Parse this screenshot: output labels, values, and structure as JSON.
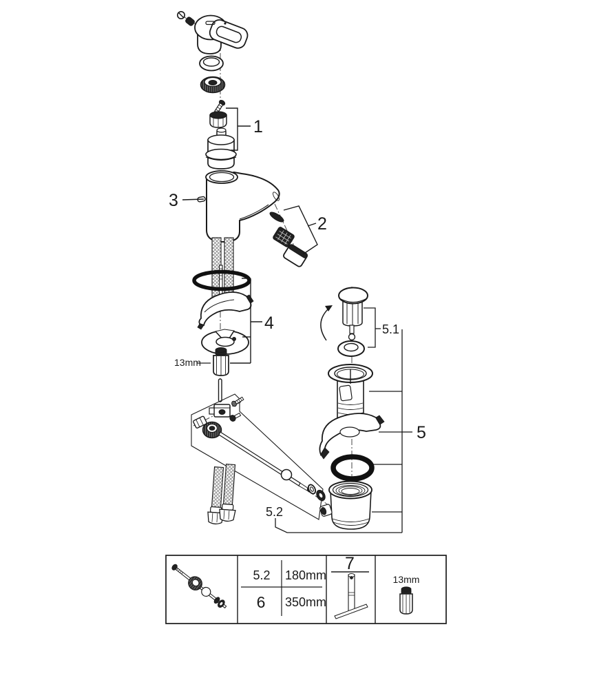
{
  "diagram": {
    "callouts": {
      "part1": "1",
      "part2": "2",
      "part3": "3",
      "part4": "4",
      "part5": "5",
      "part5_1": "5.1",
      "part5_2": "5.2",
      "wrench_size": "13mm"
    },
    "table": {
      "rows": [
        {
          "ref": "5.2",
          "length": "180mm"
        },
        {
          "ref": "6",
          "length": "350mm"
        }
      ],
      "tool_header": "7",
      "socket_size": "13mm"
    },
    "colors": {
      "line": "#1a1a1a",
      "dark_fill": "#222222",
      "background": "#ffffff"
    }
  }
}
